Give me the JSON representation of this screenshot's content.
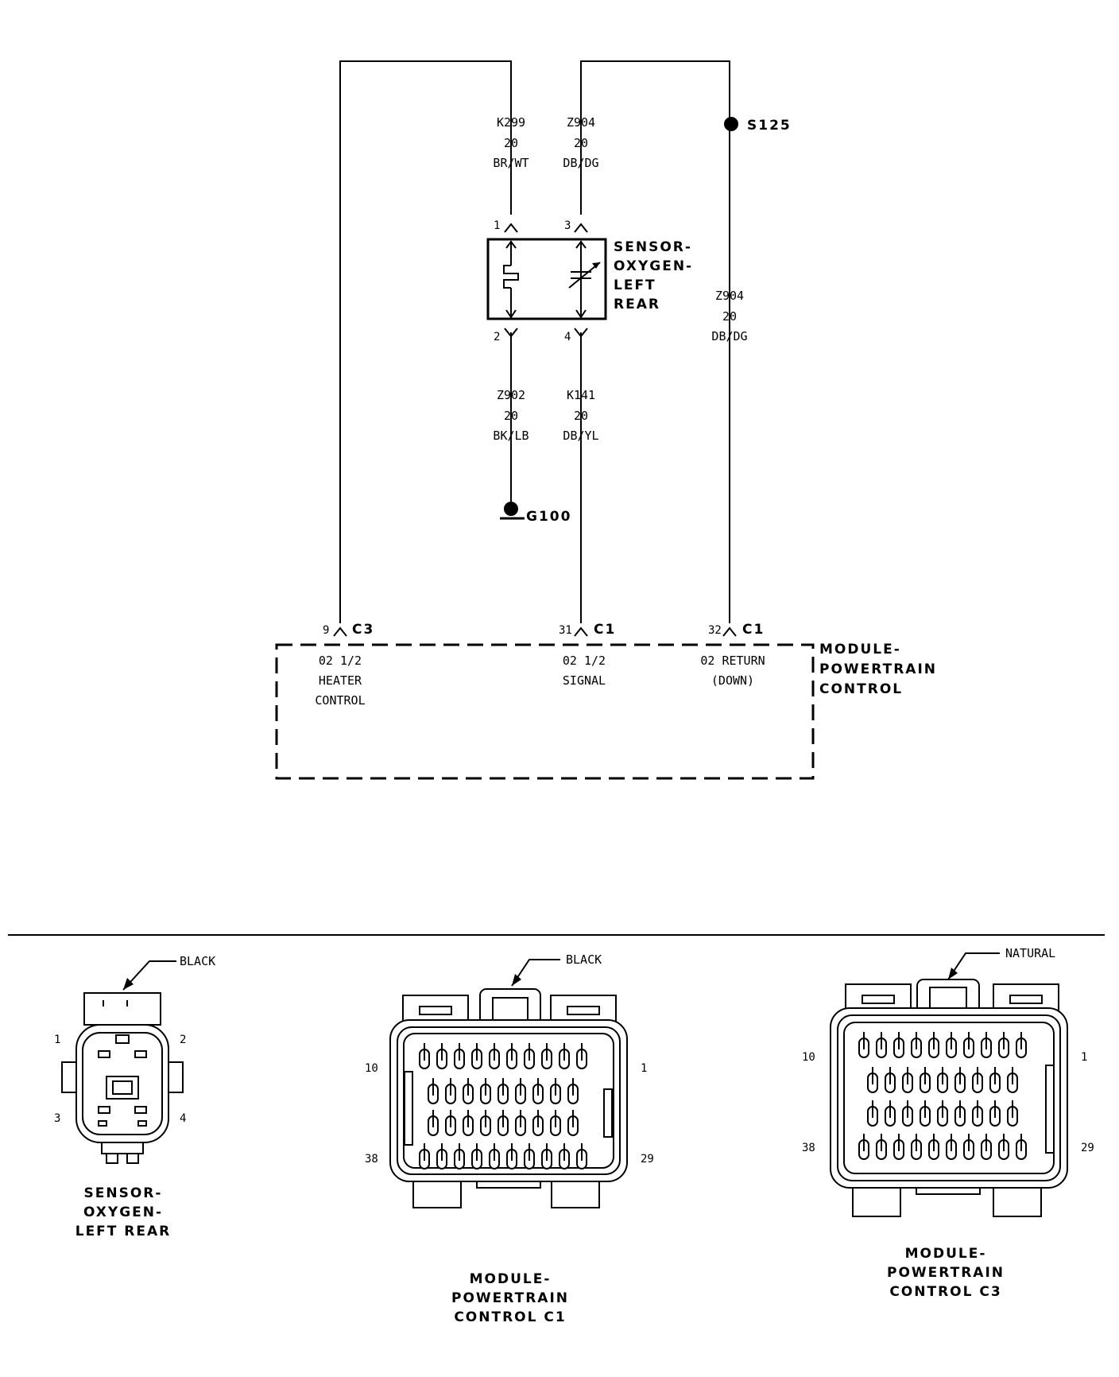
{
  "wires": {
    "k299": {
      "code": "K299",
      "gauge": "20",
      "color": "BR/WT"
    },
    "z904_top": {
      "code": "Z904",
      "gauge": "20",
      "color": "DB/DG"
    },
    "z904_right": {
      "code": "Z904",
      "gauge": "20",
      "color": "DB/DG"
    },
    "z902": {
      "code": "Z902",
      "gauge": "20",
      "color": "BK/LB"
    },
    "k141": {
      "code": "K141",
      "gauge": "20",
      "color": "DB/YL"
    }
  },
  "splice": "S125",
  "ground": "G100",
  "sensor": {
    "name_lines": [
      "SENSOR-",
      "OXYGEN-",
      "LEFT",
      "REAR"
    ],
    "pins": [
      "1",
      "3",
      "2",
      "4"
    ]
  },
  "module": {
    "name_lines": [
      "MODULE-",
      "POWERTRAIN",
      "CONTROL"
    ],
    "terminals": [
      {
        "pin": "9",
        "connector": "C3",
        "lines": [
          "02 1/2",
          "HEATER",
          "CONTROL"
        ]
      },
      {
        "pin": "31",
        "connector": "C1",
        "lines": [
          "02 1/2",
          "SIGNAL"
        ]
      },
      {
        "pin": "32",
        "connector": "C1",
        "lines": [
          "02 RETURN",
          "(DOWN)"
        ]
      }
    ]
  },
  "connectors": {
    "sensor": {
      "color": "BLACK",
      "pins": [
        "1",
        "2",
        "3",
        "4"
      ],
      "name_lines": [
        "SENSOR-",
        "OXYGEN-",
        "LEFT REAR"
      ]
    },
    "c1": {
      "color": "BLACK",
      "pins": [
        "10",
        "1",
        "38",
        "29"
      ],
      "name_lines": [
        "MODULE-",
        "POWERTRAIN",
        "CONTROL C1"
      ]
    },
    "c3": {
      "color": "NATURAL",
      "pins": [
        "10",
        "1",
        "38",
        "29"
      ],
      "name_lines": [
        "MODULE-",
        "POWERTRAIN",
        "CONTROL C3"
      ]
    }
  }
}
